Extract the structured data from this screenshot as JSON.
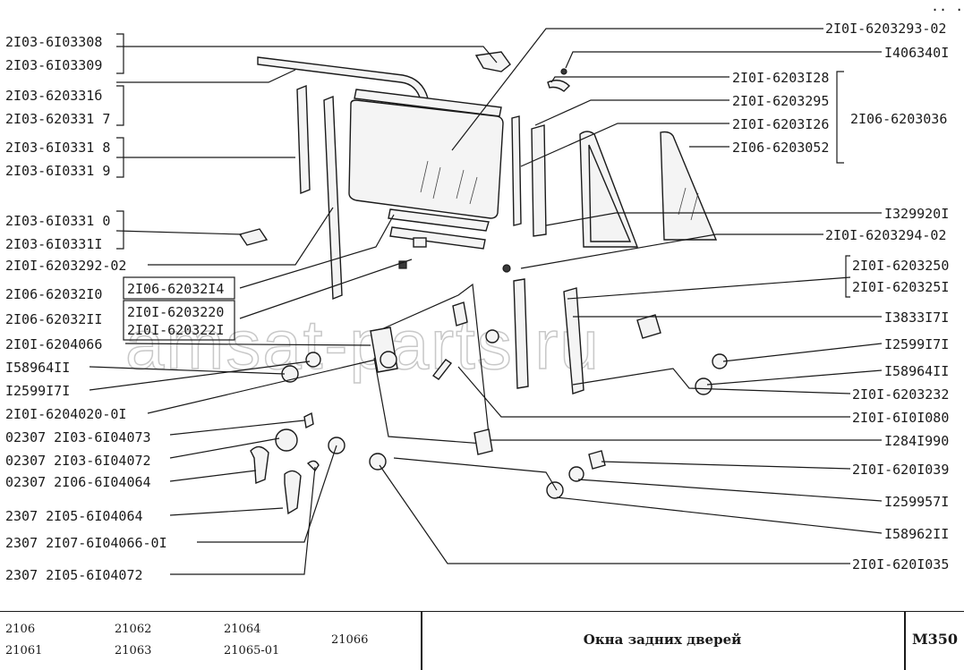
{
  "corner_mark": ".. ...",
  "watermark": "amsat-parts.ru",
  "labels": {
    "l1": "2I03-6I03308",
    "l2": "2I03-6I03309",
    "l3": "2I03-620331б",
    "l4": "2I03-620331 7",
    "l5": "2I03-6I0331 8",
    "l6": "2I03-6I0331 9",
    "l7": "2I03-6I0331 0",
    "l8": "2I03-6I0331I",
    "l9": "2I0I-6203292-02",
    "l10": "2I06-62032I0",
    "l10b": "2I06-62032I4",
    "l11": "2I06-62032II",
    "l11b": "2I0I-6203220",
    "l11c": "2I0I-620322I",
    "l12": "2I0I-6204066",
    "l13": "I58964II",
    "l14": "I2599I7I",
    "l15": "2I0I-6204020-0I",
    "l16": "02307  2I03-6I04073",
    "l17": "02307  2I03-6I04072",
    "l18": "02307  2I06-6I04064",
    "l19": "2307  2I05-6I04064",
    "l20": "2307  2I07-6I04066-0I",
    "l21": "2307  2I05-6I04072",
    "r1": "2I0I-6203293-02",
    "r2": "I406340I",
    "r3": "2I0I-6203I28",
    "r4": "2I0I-6203295",
    "r5": "2I0I-6203I26",
    "r5b": "2I06-6203036",
    "r6": "2I06-6203052",
    "r7": "I329920I",
    "r8": "2I0I-6203294-02",
    "r9": "2I0I-6203250",
    "r10": "2I0I-620325I",
    "r11": "I3833I7I",
    "r12": "I2599I7I",
    "r13": "I58964II",
    "r14": "2I0I-6203232",
    "r15": "2I0I-6I0I080",
    "r16": "I284I990",
    "r17": "2I0I-620I039",
    "r18": "I259957I",
    "r19": "I58962II",
    "r20": "2I0I-620I035"
  },
  "title_block": {
    "models": [
      "2106",
      "21061",
      "21062",
      "21063",
      "21064",
      "21065-01",
      "21066"
    ],
    "title": "Окна задних дверей",
    "code": "М350"
  }
}
